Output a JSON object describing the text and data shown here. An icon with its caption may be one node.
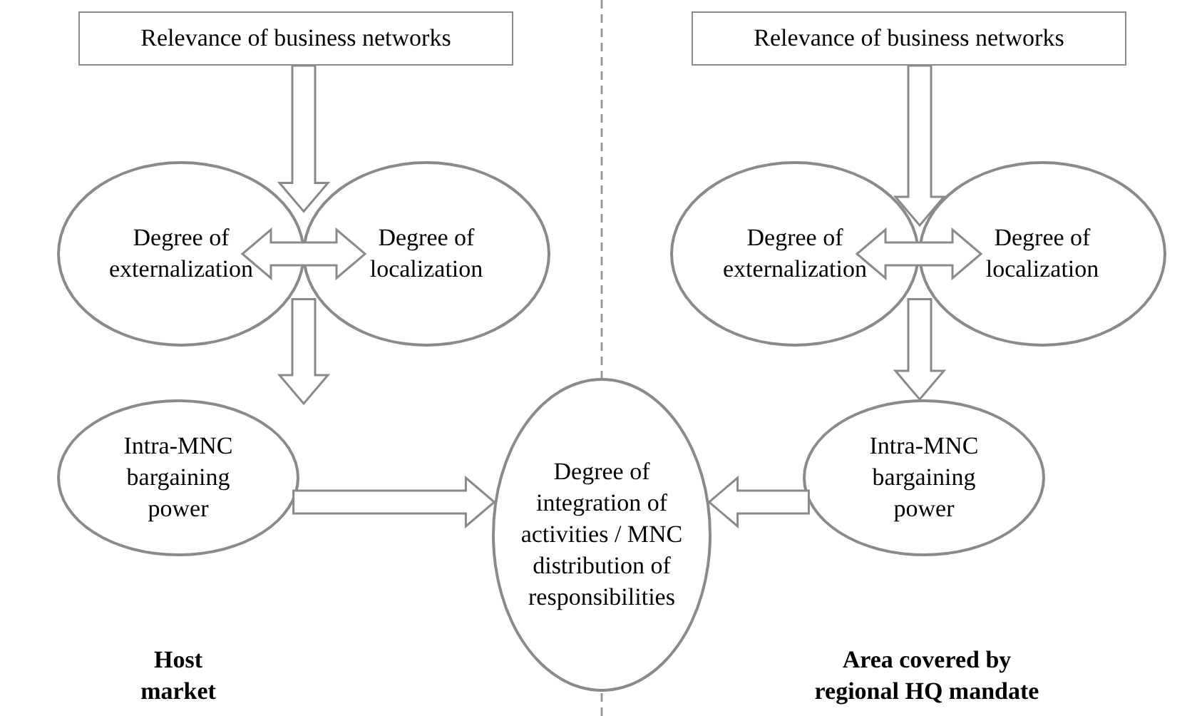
{
  "diagram": {
    "nodes": [
      {
        "text": [
          "Relevance of business networks"
        ]
      },
      {
        "text": [
          "Degree of externalization"
        ]
      },
      {
        "text": [
          "Degree of localization"
        ]
      },
      {
        "text": [
          "Intra-MNC bargaining power"
        ]
      },
      {
        "text": [
          "Degree of integration of activities / MNC distribution of responsibilities"
        ]
      },
      {
        "text": [
          "Relevance of business networks"
        ]
      },
      {
        "text": [
          "Degree of externalization"
        ]
      },
      {
        "text": [
          "Degree of localization"
        ]
      },
      {
        "text": [
          "Intra-MNC bargaining power"
        ]
      }
    ],
    "edges": [
      {
        "from": 0,
        "to": 1,
        "arrow": "to"
      },
      {
        "from": 1,
        "to": 2,
        "arrow": "both"
      },
      {
        "from": 1,
        "to": 3,
        "arrow": "to"
      },
      {
        "from": 3,
        "to": 4,
        "arrow": "to"
      },
      {
        "from": 5,
        "to": 6,
        "arrow": "to"
      },
      {
        "from": 6,
        "to": 7,
        "arrow": "both"
      },
      {
        "from": 7,
        "to": 8,
        "arrow": "to"
      },
      {
        "from": 8,
        "to": 4,
        "arrow": "to"
      }
    ],
    "labels": [
      "Host market",
      "Area covered by regional HQ mandate"
    ]
  }
}
